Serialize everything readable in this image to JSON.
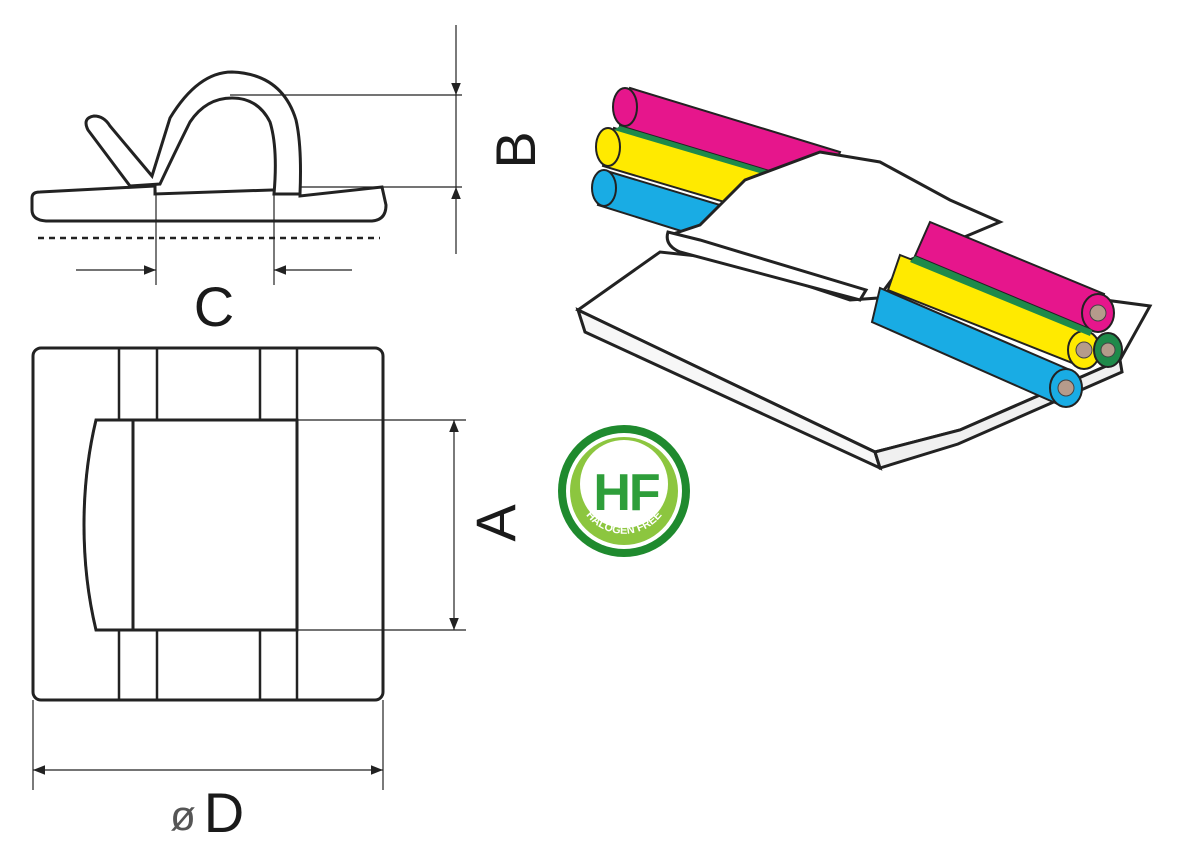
{
  "dimensions": {
    "a_label": "A",
    "b_label": "B",
    "c_label": "C",
    "d_label": "D",
    "d_prefix": "ø"
  },
  "badge": {
    "logo_text": "HF",
    "caption": "HALOGEN FREE",
    "color_ring": "#1f8a2e",
    "color_inner": "#8cc63f",
    "color_text": "#2e9e3a"
  },
  "cables": {
    "colors": [
      "#e6168c",
      "#ffea00",
      "#19ace4",
      "#1f8a4a"
    ]
  }
}
